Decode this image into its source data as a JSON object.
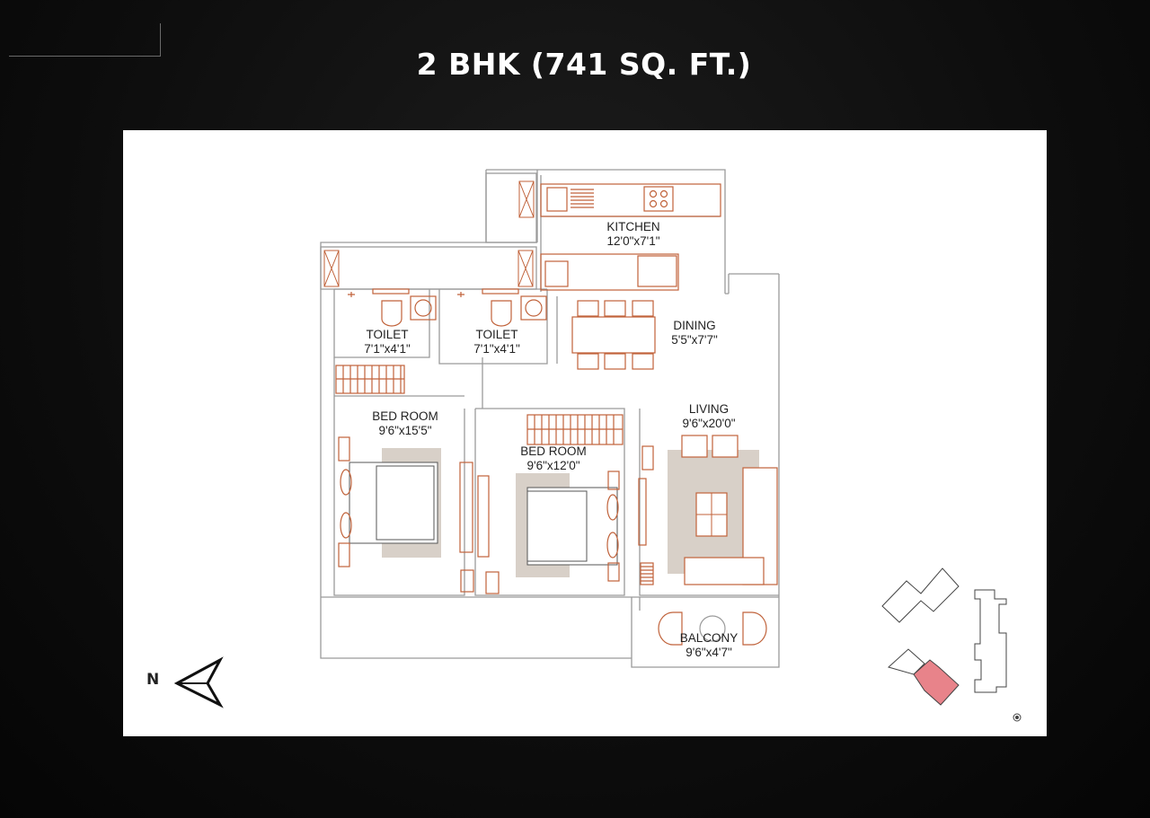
{
  "title": "2 BHK (741 SQ. FT.)",
  "compass": {
    "label": "N"
  },
  "colors": {
    "background": "#0d0d0d",
    "panel": "#ffffff",
    "wall": "#a9a9a9",
    "furniture": "#c0623a",
    "rug": "#d8d0c8",
    "highlight": "#e8838a"
  },
  "rooms": {
    "kitchen": {
      "name": "KITCHEN",
      "size": "12'0\"x7'1\""
    },
    "dining": {
      "name": "DINING",
      "size": "5'5\"x7'7\""
    },
    "toilet_1": {
      "name": "TOILET",
      "size": "7'1\"x4'1\""
    },
    "toilet_2": {
      "name": "TOILET",
      "size": "7'1\"x4'1\""
    },
    "bedroom_1": {
      "name": "BED ROOM",
      "size": "9'6\"x15'5\""
    },
    "bedroom_2": {
      "name": "BED ROOM",
      "size": "9'6\"x12'0\""
    },
    "living": {
      "name": "LIVING",
      "size": "9'6\"x20'0\""
    },
    "balcony": {
      "name": "BALCONY",
      "size": "9'6\"x4'7\""
    }
  }
}
